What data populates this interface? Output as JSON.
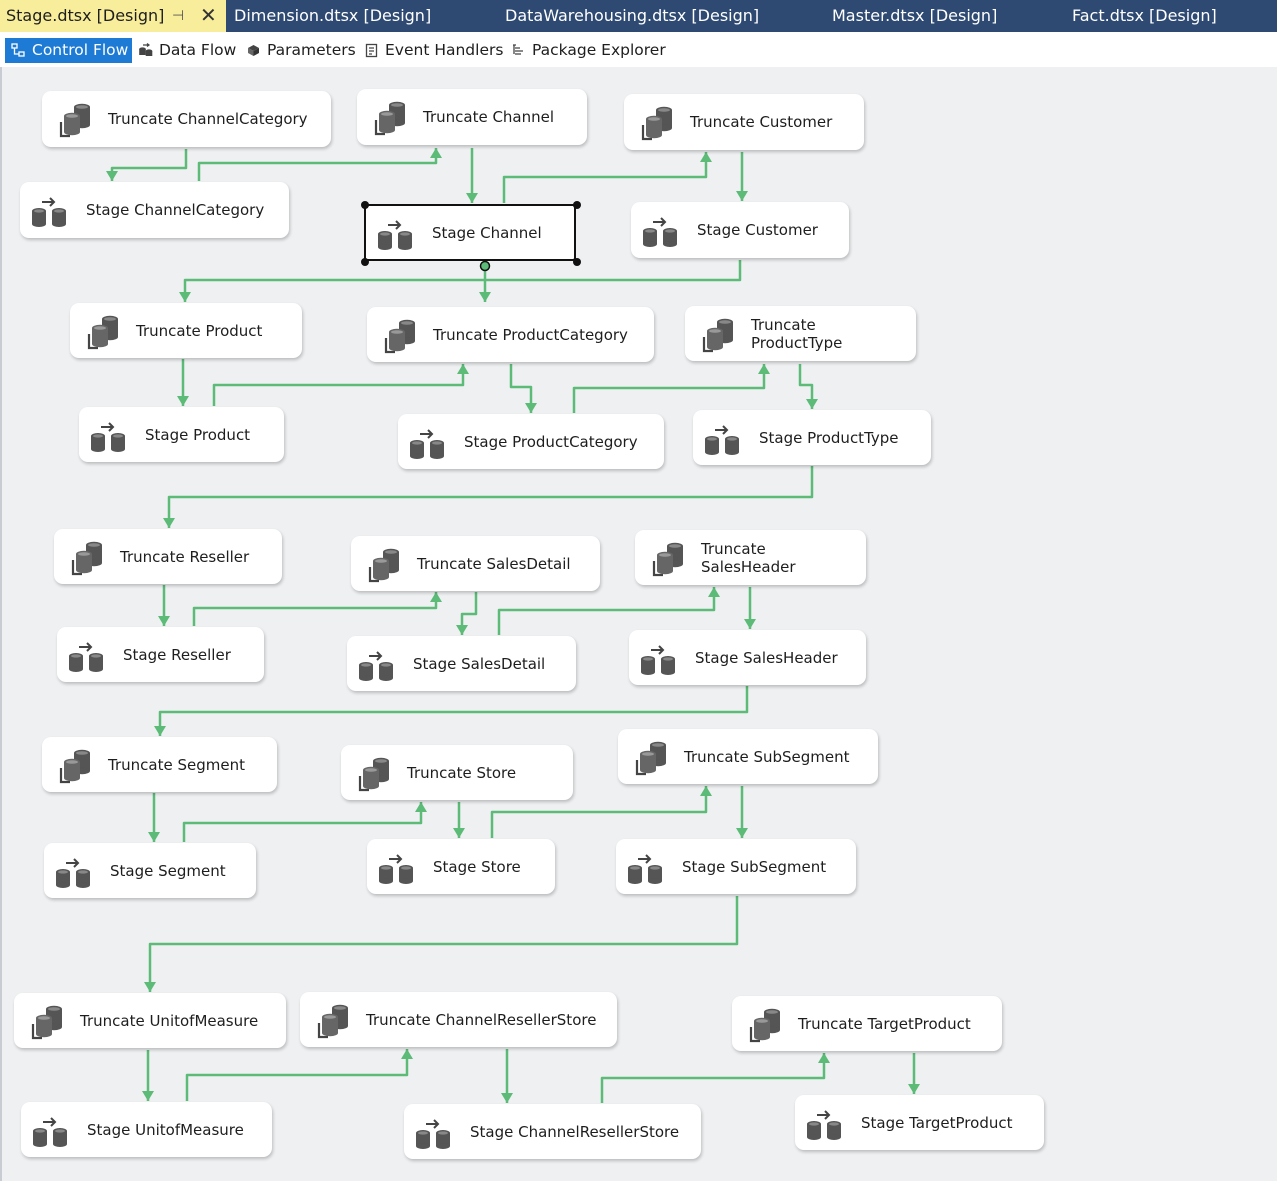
{
  "document_tabs": [
    {
      "label": "Stage.dtsx [Design]",
      "active": true
    },
    {
      "label": "Dimension.dtsx [Design]",
      "active": false
    },
    {
      "label": "DataWarehousing.dtsx [Design]",
      "active": false
    },
    {
      "label": "Master.dtsx [Design]",
      "active": false
    },
    {
      "label": "Fact.dtsx [Design]",
      "active": false
    }
  ],
  "designer_tabs": [
    {
      "label": "Control Flow",
      "icon": "control-flow-icon",
      "active": true
    },
    {
      "label": "Data Flow",
      "icon": "data-flow-icon",
      "active": false
    },
    {
      "label": "Parameters",
      "icon": "parameters-icon",
      "active": false
    },
    {
      "label": "Event Handlers",
      "icon": "event-handlers-icon",
      "active": false
    },
    {
      "label": "Package Explorer",
      "icon": "package-explorer-icon",
      "active": false
    }
  ],
  "tasks": [
    {
      "label": "Truncate ChannelCategory",
      "type": "execute-sql"
    },
    {
      "label": "Truncate Channel",
      "type": "execute-sql"
    },
    {
      "label": "Truncate Customer",
      "type": "execute-sql"
    },
    {
      "label": "Stage ChannelCategory",
      "type": "data-flow"
    },
    {
      "label": "Stage Channel",
      "type": "data-flow",
      "selected": true
    },
    {
      "label": "Stage Customer",
      "type": "data-flow"
    },
    {
      "label": "Truncate Product",
      "type": "execute-sql"
    },
    {
      "label": "Truncate ProductCategory",
      "type": "execute-sql"
    },
    {
      "label": "Truncate ProductType",
      "type": "execute-sql"
    },
    {
      "label": "Stage Product",
      "type": "data-flow"
    },
    {
      "label": "Stage ProductCategory",
      "type": "data-flow"
    },
    {
      "label": "Stage ProductType",
      "type": "data-flow"
    },
    {
      "label": "Truncate Reseller",
      "type": "execute-sql"
    },
    {
      "label": "Truncate SalesDetail",
      "type": "execute-sql"
    },
    {
      "label": "Truncate SalesHeader",
      "type": "execute-sql"
    },
    {
      "label": "Stage Reseller",
      "type": "data-flow"
    },
    {
      "label": "Stage SalesDetail",
      "type": "data-flow"
    },
    {
      "label": "Stage SalesHeader",
      "type": "data-flow"
    },
    {
      "label": "Truncate Segment",
      "type": "execute-sql"
    },
    {
      "label": "Truncate Store",
      "type": "execute-sql"
    },
    {
      "label": "Truncate SubSegment",
      "type": "execute-sql"
    },
    {
      "label": "Stage Segment",
      "type": "data-flow"
    },
    {
      "label": "Stage Store",
      "type": "data-flow"
    },
    {
      "label": "Stage SubSegment",
      "type": "data-flow"
    },
    {
      "label": "Truncate UnitofMeasure",
      "type": "execute-sql"
    },
    {
      "label": "Truncate ChannelResellerStore",
      "type": "execute-sql"
    },
    {
      "label": "Truncate TargetProduct",
      "type": "execute-sql"
    },
    {
      "label": "Stage UnitofMeasure",
      "type": "data-flow"
    },
    {
      "label": "Stage ChannelResellerStore",
      "type": "data-flow"
    },
    {
      "label": "Stage TargetProduct",
      "type": "data-flow"
    }
  ],
  "colors": {
    "tab_bar": "#2e4a72",
    "active_tab": "#f8ed9a",
    "active_designer_tab": "#1d7bd6",
    "success_constraint": "#5dbb78",
    "canvas": "#eef0f2"
  }
}
